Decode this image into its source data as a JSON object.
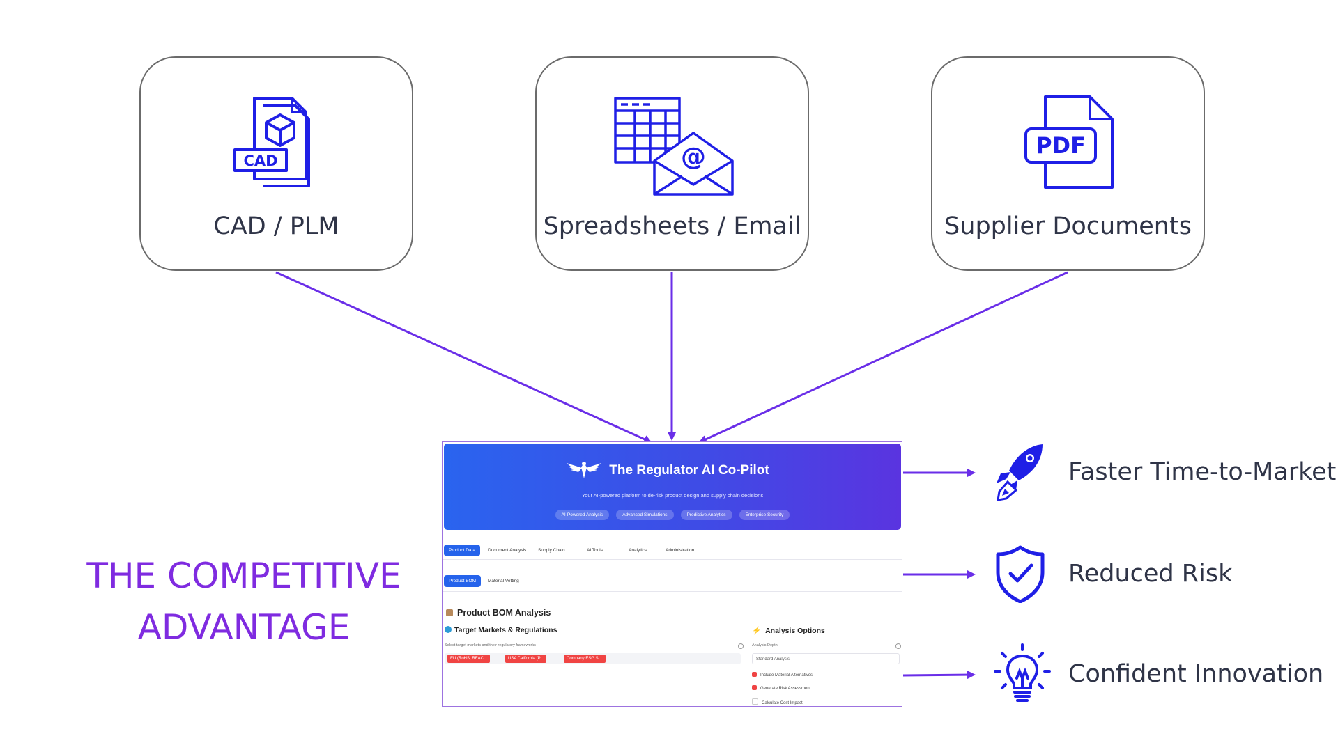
{
  "sources": [
    {
      "label": "CAD / PLM",
      "icon": "cad-file-icon"
    },
    {
      "label": "Spreadsheets / Email",
      "icon": "spreadsheet-email-icon"
    },
    {
      "label": "Supplier Documents",
      "icon": "pdf-document-icon"
    }
  ],
  "cad_icon_text": "CAD",
  "pdf_icon_text": "PDF",
  "advantage_title": [
    "THE COMPETITIVE",
    "ADVANTAGE"
  ],
  "benefits": [
    {
      "label": "Faster Time-to-Market",
      "icon": "rocket-icon"
    },
    {
      "label": "Reduced Risk",
      "icon": "shield-check-icon"
    },
    {
      "label": "Confident Innovation",
      "icon": "lightbulb-icon"
    }
  ],
  "colors": {
    "accent": "#6a2ee8",
    "icon_blue": "#1f1fe6",
    "title_purple": "#7f2be0",
    "chip_red": "#f04443"
  },
  "app": {
    "title": "The Regulator AI Co-Pilot",
    "subtitle": "Your AI-powered platform to de-risk product design and supply chain decisions",
    "pills": [
      "AI-Powered Analysis",
      "Advanced Simulations",
      "Predictive Analytics",
      "Enterprise Security"
    ],
    "tabs": [
      "Product Data",
      "Document Analysis",
      "Supply Chain",
      "AI Tools",
      "Analytics",
      "Administration"
    ],
    "subtabs": [
      "Product BOM",
      "Material Vetting"
    ],
    "section_title": "Product BOM Analysis",
    "targets_title": "Target Markets & Regulations",
    "targets_hint": "Select target markets and their regulatory frameworks",
    "chips": [
      "EU (RoHS, REAC...",
      "USA California (P...",
      "Company ESG St..."
    ],
    "options_title": "Analysis Options",
    "depth_label": "Analysis Depth",
    "depth_value": "Standard Analysis",
    "checks": [
      {
        "label": "Include Material Alternatives",
        "checked": true
      },
      {
        "label": "Generate Risk Assessment",
        "checked": true
      },
      {
        "label": "Calculate Cost Impact",
        "checked": false
      }
    ]
  }
}
